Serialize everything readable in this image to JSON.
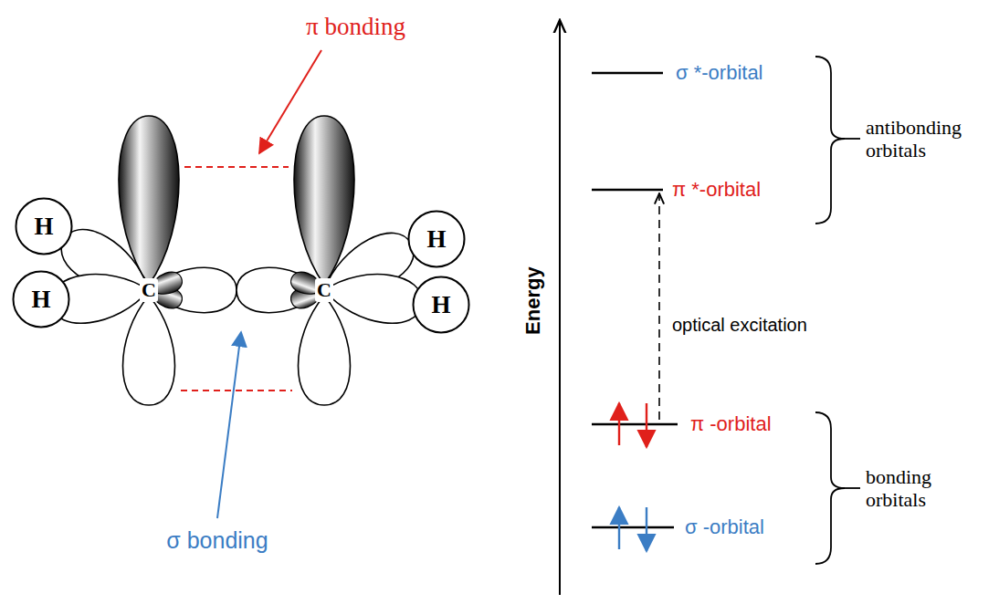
{
  "diagram": {
    "nodes": [
      {
        "text": [
          "H"
        ]
      },
      {
        "text": [
          "H"
        ]
      },
      {
        "text": [
          "H"
        ]
      },
      {
        "text": [
          "H"
        ]
      }
    ],
    "labels": [
      "π bonding",
      "C",
      "C",
      "σ bonding",
      "Energy",
      "σ *-orbital",
      "π *-orbital",
      "optical excitation",
      "π -orbital",
      "σ -orbital",
      "antibonding orbitals",
      "bonding orbitals"
    ]
  }
}
